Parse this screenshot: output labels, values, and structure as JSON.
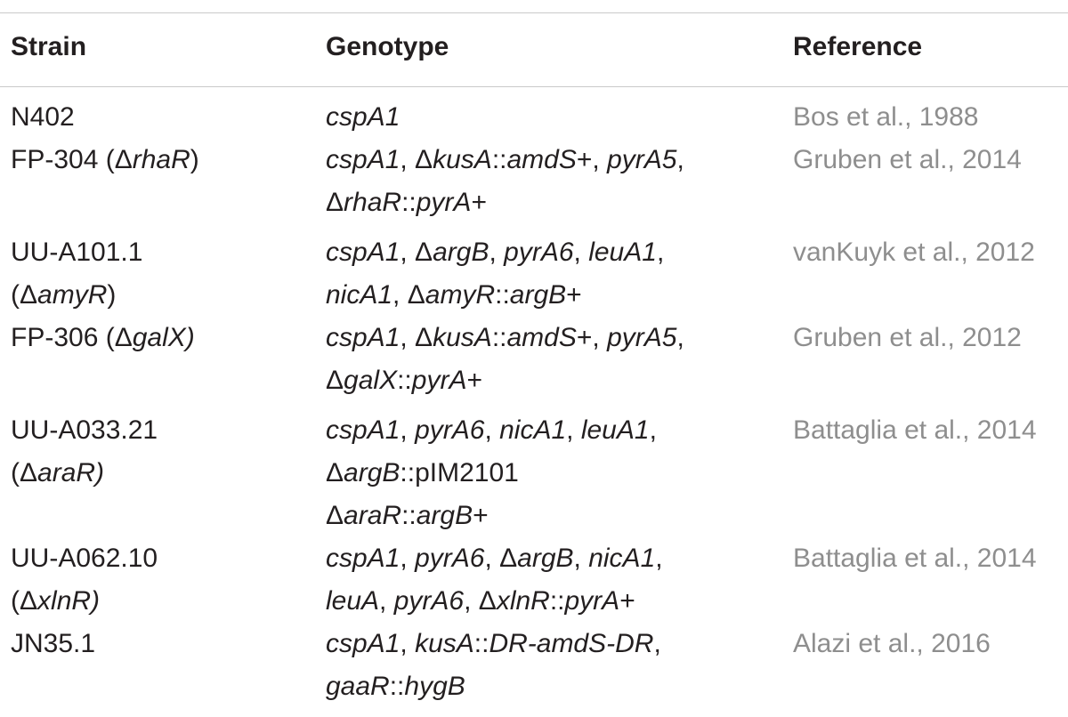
{
  "table": {
    "headers": {
      "strain": "Strain",
      "genotype": "Genotype",
      "reference": "Reference"
    },
    "rows": [
      {
        "strain": [
          [
            {
              "t": "N402",
              "i": false
            }
          ]
        ],
        "genotype": [
          [
            {
              "t": "cspA1",
              "i": true
            }
          ]
        ],
        "reference": "Bos et al., 1988"
      },
      {
        "strain": [
          [
            {
              "t": "FP-304 (Δ",
              "i": false
            },
            {
              "t": "rhaR",
              "i": true
            },
            {
              "t": ")",
              "i": false
            }
          ]
        ],
        "genotype": [
          [
            {
              "t": "cspA1",
              "i": true
            },
            {
              "t": ", Δ",
              "i": false
            },
            {
              "t": "kusA",
              "i": true
            },
            {
              "t": "::",
              "i": false
            },
            {
              "t": "amdS",
              "i": true
            },
            {
              "t": "+, ",
              "i": false
            },
            {
              "t": "pyrA5",
              "i": true
            },
            {
              "t": ",",
              "i": false
            }
          ],
          [
            {
              "t": "Δ",
              "i": false
            },
            {
              "t": "rhaR",
              "i": true
            },
            {
              "t": "::",
              "i": false
            },
            {
              "t": "pyrA",
              "i": true
            },
            {
              "t": "+",
              "i": false
            }
          ]
        ],
        "reference": "Gruben et al., 2014"
      },
      {
        "strain": [
          [
            {
              "t": "UU-A101.1",
              "i": false
            }
          ],
          [
            {
              "t": "(Δ",
              "i": false
            },
            {
              "t": "amyR",
              "i": true
            },
            {
              "t": ")",
              "i": false
            }
          ]
        ],
        "genotype": [
          [
            {
              "t": "cspA1",
              "i": true
            },
            {
              "t": ", Δ",
              "i": false
            },
            {
              "t": "argB",
              "i": true
            },
            {
              "t": ", ",
              "i": false
            },
            {
              "t": "pyrA6",
              "i": true
            },
            {
              "t": ", ",
              "i": false
            },
            {
              "t": "leuA1",
              "i": true
            },
            {
              "t": ",",
              "i": false
            }
          ],
          [
            {
              "t": "nicA1",
              "i": true
            },
            {
              "t": ", Δ",
              "i": false
            },
            {
              "t": "amyR",
              "i": true
            },
            {
              "t": "::",
              "i": false
            },
            {
              "t": "argB",
              "i": true
            },
            {
              "t": "+",
              "i": false
            }
          ]
        ],
        "reference": "vanKuyk et al., 2012"
      },
      {
        "strain": [
          [
            {
              "t": "FP-306 (Δ",
              "i": false
            },
            {
              "t": "galX)",
              "i": true
            }
          ]
        ],
        "genotype": [
          [
            {
              "t": "cspA1",
              "i": true
            },
            {
              "t": ", Δ",
              "i": false
            },
            {
              "t": "kusA",
              "i": true
            },
            {
              "t": "::",
              "i": false
            },
            {
              "t": "amdS",
              "i": true
            },
            {
              "t": "+, ",
              "i": false
            },
            {
              "t": "pyrA5",
              "i": true
            },
            {
              "t": ",",
              "i": false
            }
          ],
          [
            {
              "t": "Δ",
              "i": false
            },
            {
              "t": "galX",
              "i": true
            },
            {
              "t": "::",
              "i": false
            },
            {
              "t": "pyrA",
              "i": true
            },
            {
              "t": "+",
              "i": false
            }
          ]
        ],
        "reference": "Gruben et al., 2012"
      },
      {
        "strain": [
          [
            {
              "t": "UU-A033.21",
              "i": false
            }
          ],
          [
            {
              "t": "(Δ",
              "i": false
            },
            {
              "t": "araR)",
              "i": true
            }
          ]
        ],
        "genotype": [
          [
            {
              "t": "cspA1",
              "i": true
            },
            {
              "t": ", ",
              "i": false
            },
            {
              "t": "pyrA6",
              "i": true
            },
            {
              "t": ", ",
              "i": false
            },
            {
              "t": "nicA1",
              "i": true
            },
            {
              "t": ", ",
              "i": false
            },
            {
              "t": "leuA1",
              "i": true
            },
            {
              "t": ",",
              "i": false
            }
          ],
          [
            {
              "t": "Δ",
              "i": false
            },
            {
              "t": "argB",
              "i": true
            },
            {
              "t": "::pIM2101",
              "i": false
            }
          ],
          [
            {
              "t": "Δ",
              "i": false
            },
            {
              "t": "araR",
              "i": true
            },
            {
              "t": "::",
              "i": false
            },
            {
              "t": "argB",
              "i": true
            },
            {
              "t": "+",
              "i": false
            }
          ]
        ],
        "reference": "Battaglia et al., 2014"
      },
      {
        "strain": [
          [
            {
              "t": "UU-A062.10",
              "i": false
            }
          ],
          [
            {
              "t": "(Δ",
              "i": false
            },
            {
              "t": "xlnR)",
              "i": true
            }
          ]
        ],
        "genotype": [
          [
            {
              "t": "cspA1",
              "i": true
            },
            {
              "t": ", ",
              "i": false
            },
            {
              "t": "pyrA6",
              "i": true
            },
            {
              "t": ", Δ",
              "i": false
            },
            {
              "t": "argB",
              "i": true
            },
            {
              "t": ", ",
              "i": false
            },
            {
              "t": "nicA1",
              "i": true
            },
            {
              "t": ",",
              "i": false
            }
          ],
          [
            {
              "t": "leuA",
              "i": true
            },
            {
              "t": ", ",
              "i": false
            },
            {
              "t": "pyrA6",
              "i": true
            },
            {
              "t": ", Δ",
              "i": false
            },
            {
              "t": "xlnR",
              "i": true
            },
            {
              "t": "::",
              "i": false
            },
            {
              "t": "pyrA",
              "i": true
            },
            {
              "t": "+",
              "i": false
            }
          ]
        ],
        "reference": "Battaglia et al., 2014"
      },
      {
        "strain": [
          [
            {
              "t": "JN35.1",
              "i": false
            }
          ]
        ],
        "genotype": [
          [
            {
              "t": "cspA1",
              "i": true
            },
            {
              "t": ", ",
              "i": false
            },
            {
              "t": "kusA",
              "i": true
            },
            {
              "t": "::",
              "i": false
            },
            {
              "t": "DR-amdS-DR",
              "i": true
            },
            {
              "t": ",",
              "i": false
            }
          ],
          [
            {
              "t": "gaaR",
              "i": true
            },
            {
              "t": "::",
              "i": false
            },
            {
              "t": "hygB",
              "i": true
            }
          ]
        ],
        "reference": "Alazi et al., 2016"
      }
    ]
  }
}
